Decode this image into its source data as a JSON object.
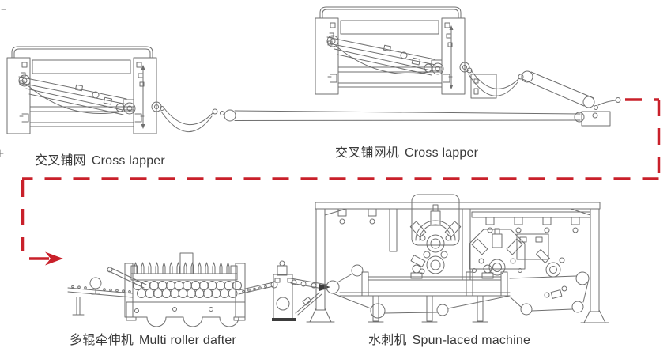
{
  "colors": {
    "flow-red": "#c9202a",
    "line-gray": "#6f6f6f",
    "text-dark": "#3a3a3a",
    "background": "#ffffff"
  },
  "flow_path": {
    "style": "dashed",
    "arrow_direction": "right"
  },
  "machines": [
    {
      "id": "cross-lapper-1",
      "name_zh": "交叉铺网",
      "name_en": "Cross lapper"
    },
    {
      "id": "cross-lapper-2",
      "name_zh": "交叉铺网机",
      "name_en": "Cross lapper"
    },
    {
      "id": "multi-roller-drafter",
      "name_zh": "多辊牵伸机",
      "name_en": "Multi roller dafter"
    },
    {
      "id": "spun-laced-machine",
      "name_zh": "水刺机",
      "name_en": "Spun-laced machine"
    }
  ]
}
